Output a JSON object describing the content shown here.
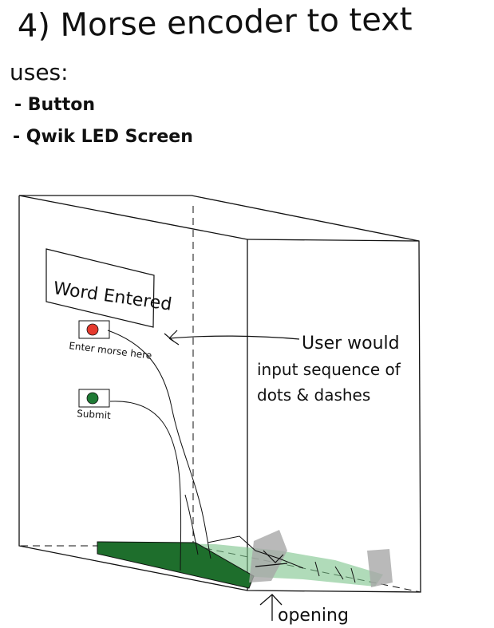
{
  "title": "4) Morse encoder to text",
  "uses": {
    "heading": "uses:",
    "items": [
      "- Button",
      "- Qwik LED Screen"
    ]
  },
  "diagram": {
    "screen_label": "Word Entered",
    "red_button_label": "Enter morse here",
    "green_button_label": "Submit",
    "annotation_line1": "User would",
    "annotation_line2": "input sequence of",
    "annotation_line3": "dots & dashes",
    "opening_label": "opening"
  },
  "colors": {
    "ink": "#111111",
    "red_button": "#e5392d",
    "green_button": "#1f7a35",
    "board": "#1e6e2c",
    "board_shadow": "#7cc38a",
    "gray_parts": "#a8a8a8"
  }
}
